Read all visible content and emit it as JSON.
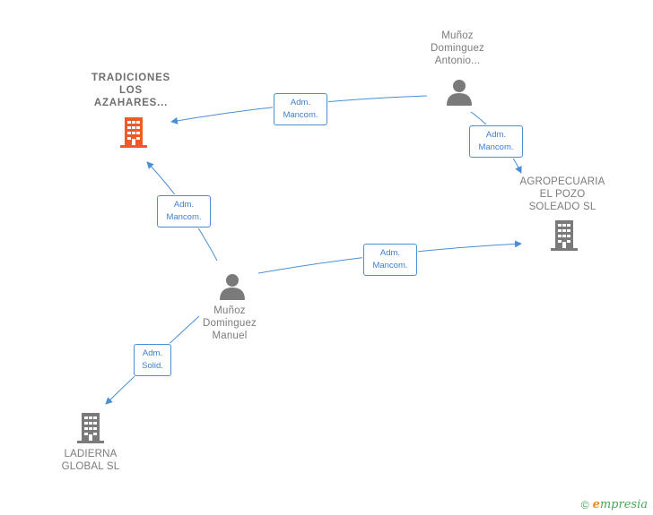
{
  "nodes": {
    "tradiciones": {
      "label": "TRADICIONES\nLOS\nAZAHARES...",
      "kind": "company",
      "color": "#f05a28"
    },
    "antonio": {
      "label": "Muñoz\nDominguez\nAntonio...",
      "kind": "person",
      "color": "#7a7a7a"
    },
    "agropecuaria": {
      "label": "AGROPECUARIA\nEL POZO\nSOLEADO  SL",
      "kind": "company",
      "color": "#7a7a7a"
    },
    "manuel": {
      "label": "Muñoz\nDominguez\nManuel",
      "kind": "person",
      "color": "#7a7a7a"
    },
    "ladierna": {
      "label": "LADIERNA\nGLOBAL  SL",
      "kind": "company",
      "color": "#7a7a7a"
    }
  },
  "edges": [
    {
      "from": "antonio",
      "to": "tradiciones",
      "line1": "Adm.",
      "line2": "Mancom."
    },
    {
      "from": "antonio",
      "to": "agropecuaria",
      "line1": "Adm.",
      "line2": "Mancom."
    },
    {
      "from": "manuel",
      "to": "tradiciones",
      "line1": "Adm.",
      "line2": "Mancom."
    },
    {
      "from": "manuel",
      "to": "agropecuaria",
      "line1": "Adm.",
      "line2": "Mancom."
    },
    {
      "from": "manuel",
      "to": "ladierna",
      "line1": "Adm.",
      "line2": "Solid."
    }
  ],
  "footer": {
    "copyright_symbol": "©",
    "brand_initial": "e",
    "brand_rest": "mpresia"
  },
  "colors": {
    "edge": "#4a8fd6",
    "focus_company": "#f05a28",
    "company": "#7a7a7a",
    "person": "#7a7a7a"
  }
}
